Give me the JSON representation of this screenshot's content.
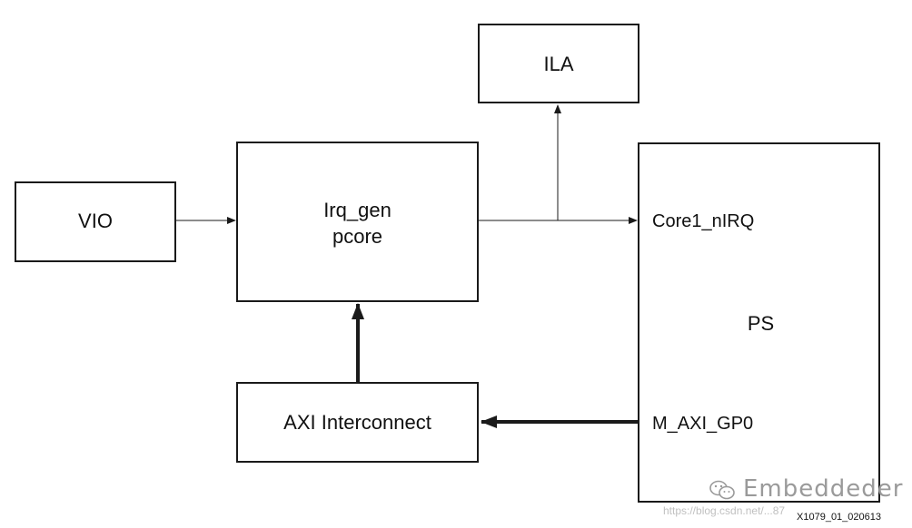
{
  "blocks": {
    "vio": "VIO",
    "irq_gen": [
      "Irq_gen",
      "pcore"
    ],
    "ila": "ILA",
    "axi_interconnect": "AXI Interconnect",
    "ps": "PS"
  },
  "ports": {
    "core1_nirq": "Core1_nIRQ",
    "m_axi_gp0": "M_AXI_GP0"
  },
  "figure_id": "X1079_01_020613",
  "watermark": {
    "text": "Embeddeder",
    "url_fragment": "https://blog.csdn.net/...87",
    "icon": "wechat-icon"
  }
}
